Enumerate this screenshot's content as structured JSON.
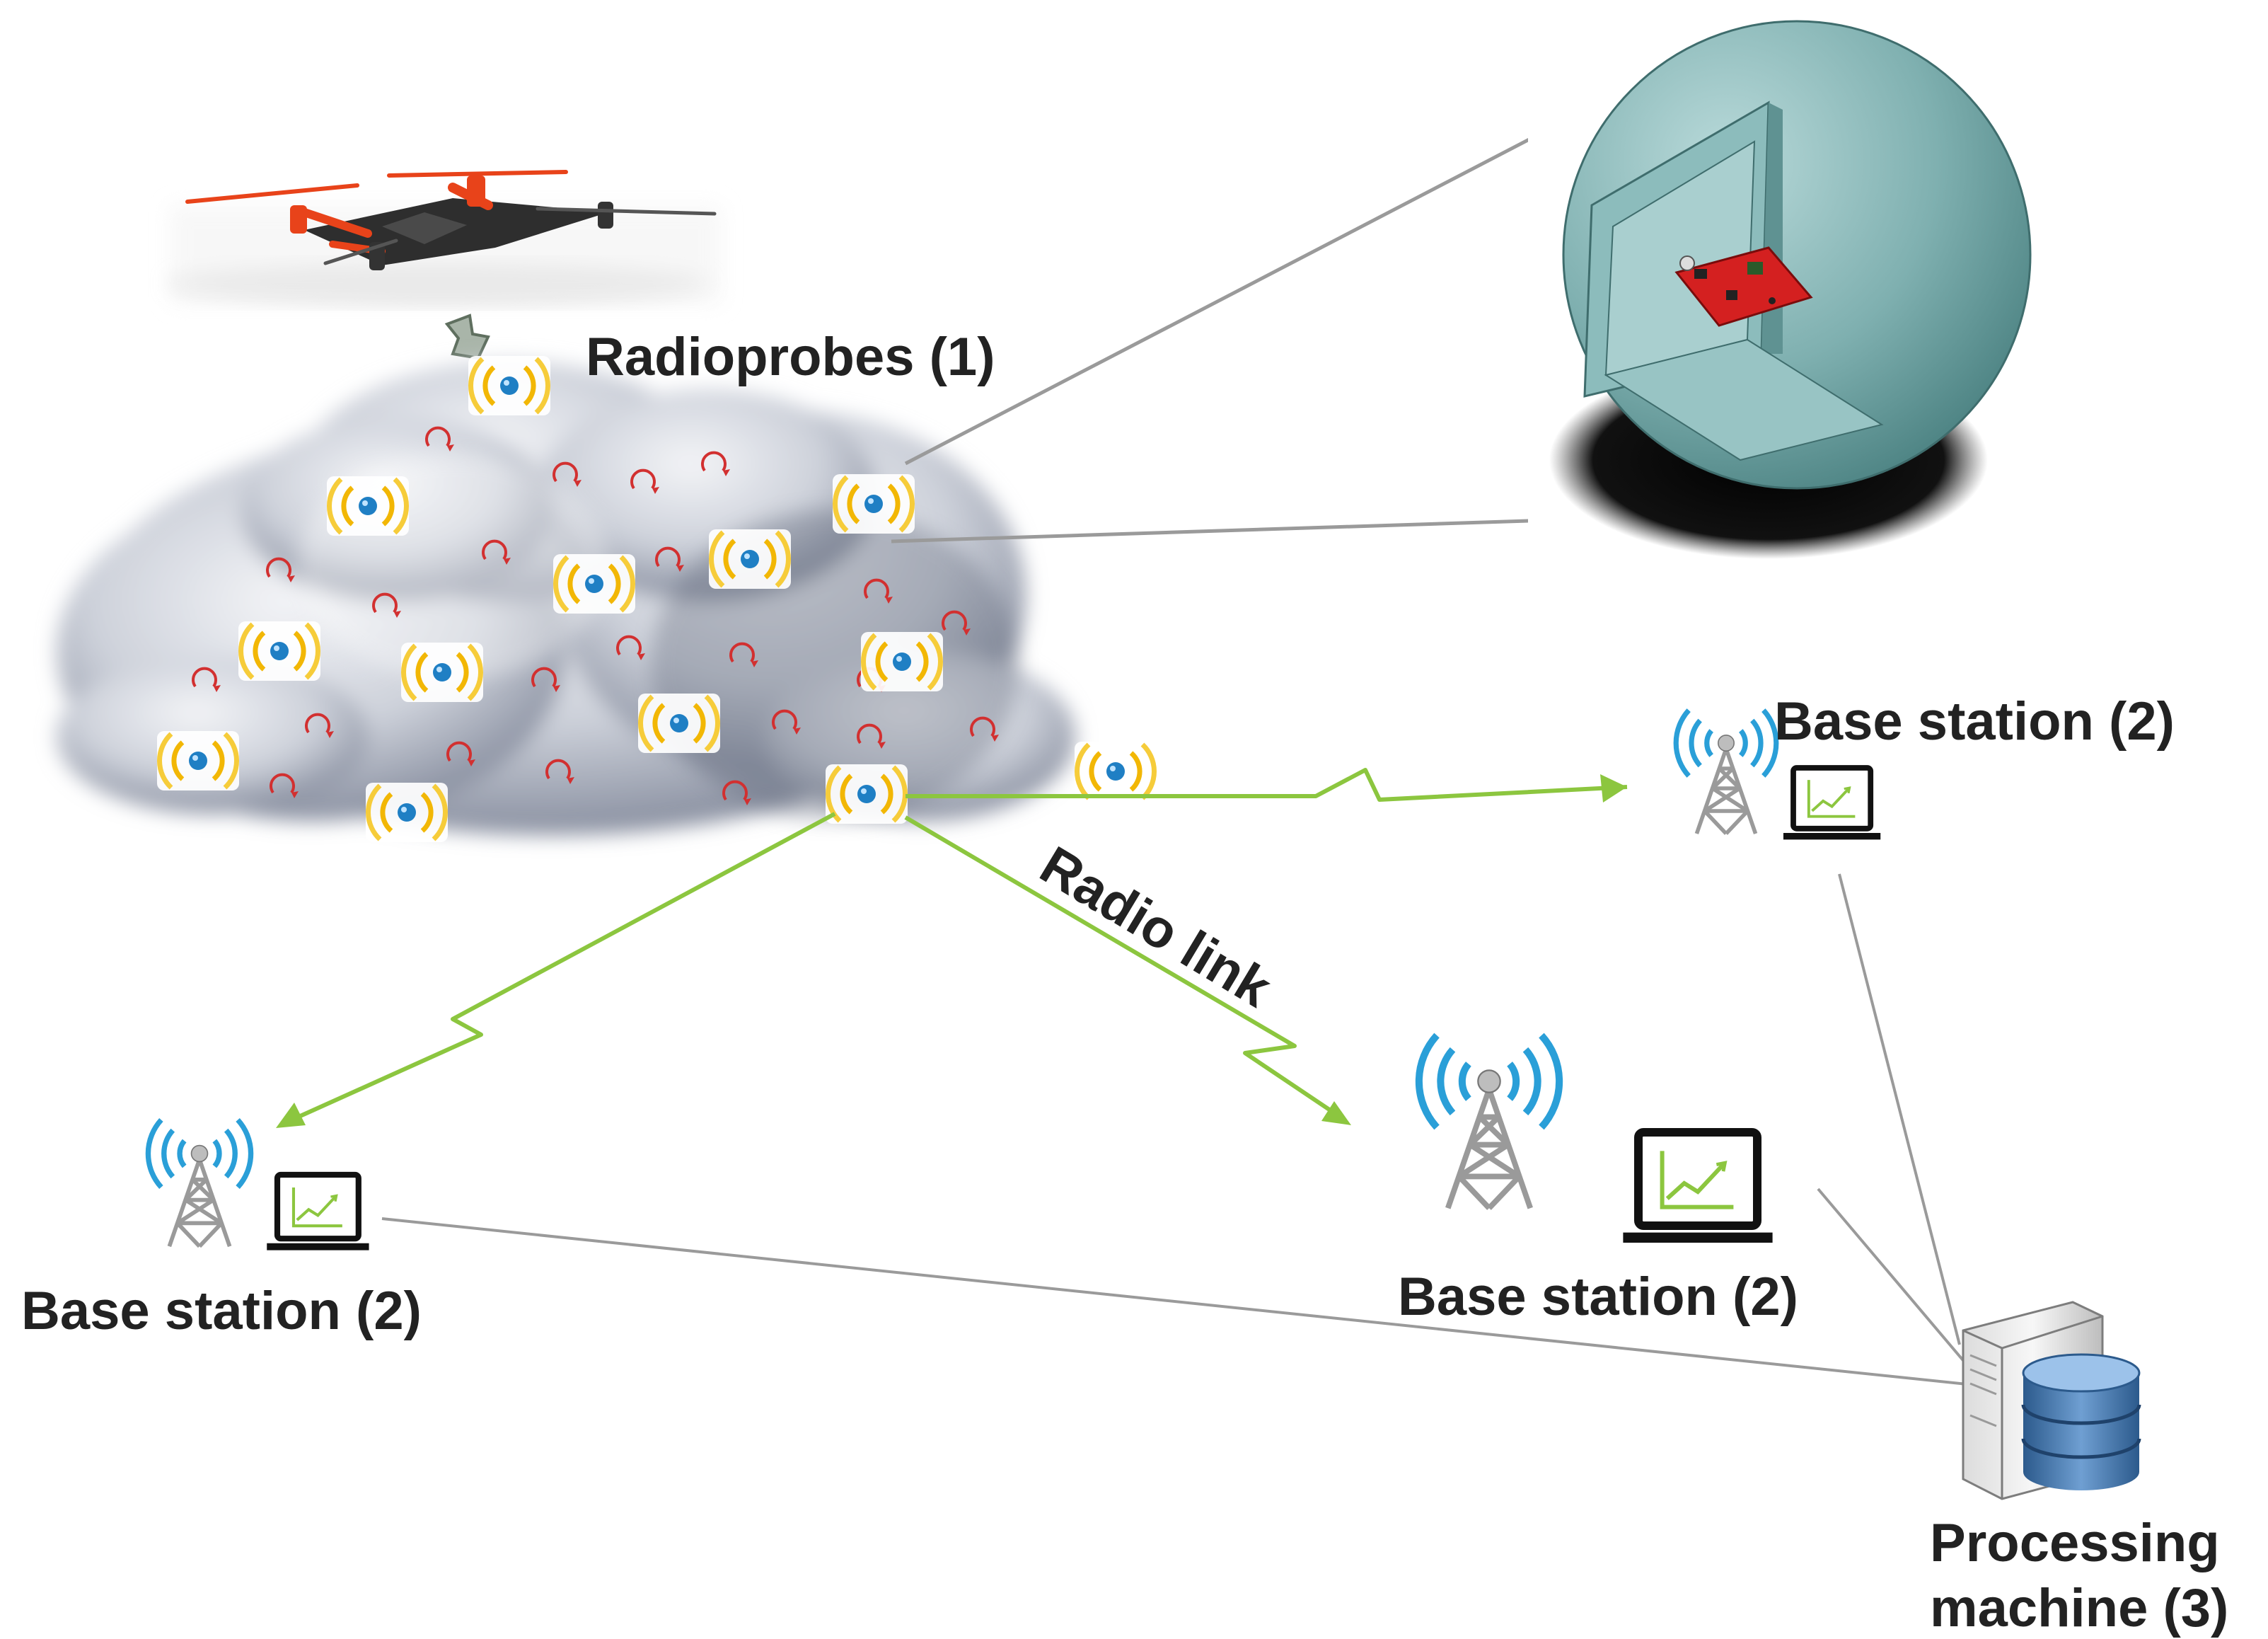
{
  "labels": {
    "radioprobes": "Radioprobes (1)",
    "radio_link": "Radio link",
    "base_station_right": "Base station (2)",
    "base_station_left": "Base station (2)",
    "base_station_center": "Base station (2)",
    "processing_line1": "Processing",
    "processing_line2": "machine (3)"
  },
  "colors": {
    "radio_link": "#8cc63f",
    "connector": "#9a9a9a",
    "probe_waves": "#f2b705",
    "probe_core": "#1f7fc4",
    "tower_waves": "#2a9fd8",
    "sphere": "#7fb0b0",
    "pcb": "#d42020",
    "drone_accent": "#e8431a",
    "cloud": "#c6cbd4",
    "turbulence_arrow": "#d23030",
    "database": "#3e6fa5"
  },
  "icons": [
    "drone-icon",
    "probe-sphere-icon",
    "radioprobe-icon",
    "radio-tower-icon",
    "laptop-chart-icon",
    "server-icon",
    "database-icon"
  ]
}
